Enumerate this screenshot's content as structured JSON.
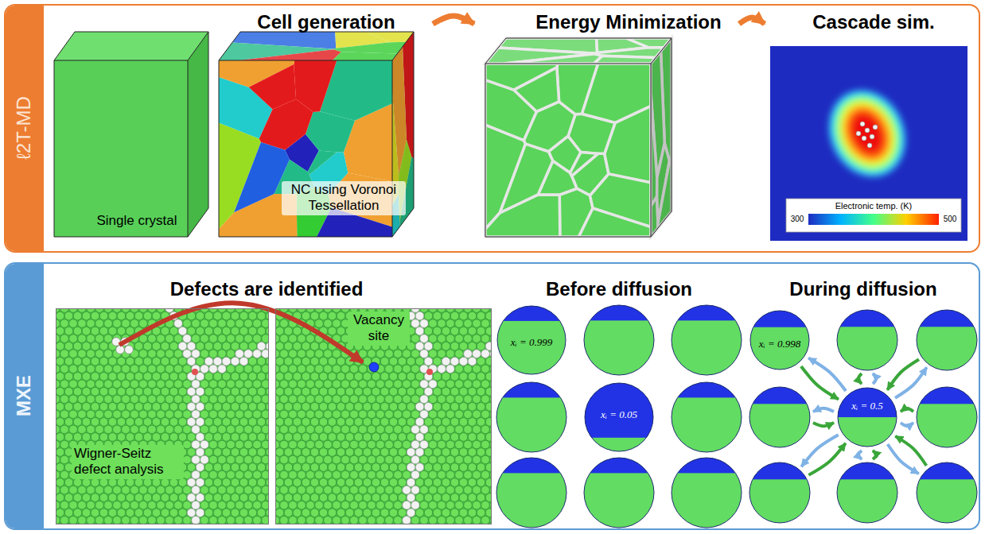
{
  "diagram": {
    "nodes": [
      {
        "text": [
          "ℓ2T-MD"
        ]
      },
      {
        "text": [
          "Cell generation"
        ],
        "in": 0
      },
      {
        "text": [
          "Single crystal"
        ],
        "in": 1
      },
      {
        "text": [
          "NC using Voronoi Tessellation"
        ],
        "in": 1
      },
      {
        "text": [
          "Energy Minimization"
        ],
        "in": 0
      },
      {
        "text": [
          "Cascade sim."
        ],
        "in": 0
      },
      {
        "text": [
          "MXE"
        ]
      },
      {
        "text": [
          "Defects are identified"
        ],
        "in": 6
      },
      {
        "text": [
          "Wigner-Seitz defect analysis"
        ],
        "in": 7
      },
      {
        "text": [
          "Vacancy site"
        ],
        "in": 7
      },
      {
        "text": [
          "Before diffusion"
        ],
        "in": 6
      },
      {
        "text": [
          "xᵢ = 0.999"
        ],
        "in": 10
      },
      {
        "text": [
          "xᵢ = 0.05"
        ],
        "in": 10
      },
      {
        "text": [
          "During diffusion"
        ],
        "in": 6
      },
      {
        "text": [
          "xᵢ = 0.998"
        ],
        "in": 13
      },
      {
        "text": [
          "xᵢ = 0.5"
        ],
        "in": 13
      }
    ],
    "edges": [
      {
        "from": 1,
        "to": 4,
        "arrow": "to"
      },
      {
        "from": 4,
        "to": 5,
        "arrow": "to"
      },
      {
        "from": 8,
        "to": 9,
        "arrow": "to"
      },
      {
        "from": 15,
        "to": 14,
        "arrow": "to"
      },
      {
        "from": 14,
        "to": 15,
        "arrow": "to"
      }
    ],
    "labels": [
      "Electronic temp. (K)",
      "300",
      "500"
    ]
  }
}
